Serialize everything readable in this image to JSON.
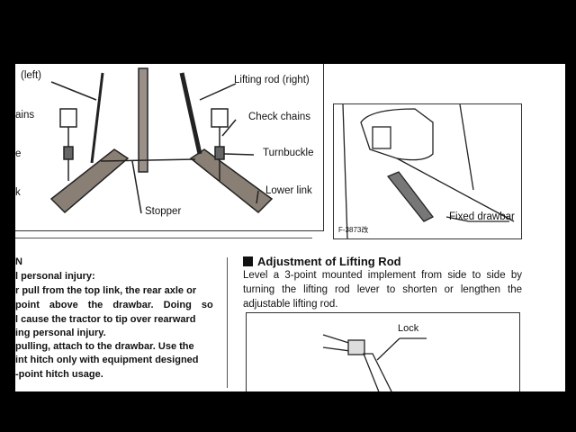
{
  "figure_hitch": {
    "labels": {
      "lifting_rod_left": "(left)",
      "lifting_rod_right": "Lifting rod (right)",
      "check_chains_left": "ains",
      "check_chains_right": "Check chains",
      "turnbuckle_left": "e",
      "turnbuckle_right": "Turnbuckle",
      "lower_link_left": "k",
      "lower_link_right": "Lower link",
      "stopper": "Stopper"
    }
  },
  "figure_drawbar": {
    "label": "Fixed drawbar",
    "figure_id": "F-3873改"
  },
  "warning": {
    "lines": [
      "N",
      "l personal injury:",
      "r pull from the top link, the rear axle or",
      " point above the drawbar. Doing so",
      "l cause the tractor to tip over rearward",
      "ing personal injury.",
      "pulling, attach to the drawbar. Use the",
      "int hitch only with equipment designed",
      "-point hitch usage."
    ]
  },
  "section": {
    "title": "Adjustment of Lifting Rod",
    "body_lines": [
      "Level a 3-point mounted implement from side to side by",
      "turning the lifting rod lever to shorten or lengthen the",
      "adjustable lifting rod."
    ]
  },
  "figure_lock": {
    "label": "Lock"
  }
}
